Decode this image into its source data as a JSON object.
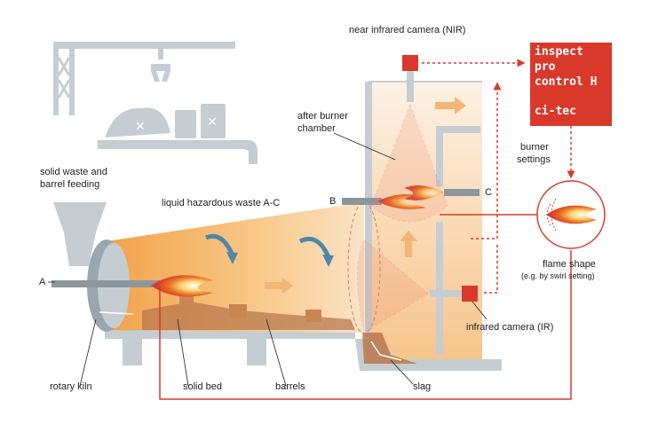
{
  "labels": {
    "nir_camera": "near infrared camera (NIR)",
    "after_burner": "after burner",
    "after_burner_2": "chamber",
    "burner_settings": "burner",
    "burner_settings_2": "settings",
    "solid_waste": "solid waste and",
    "solid_waste_2": "barrel feeding",
    "liquid_waste": "liquid hazardous waste A-C",
    "port_a": "A",
    "port_b": "B",
    "port_c": "C",
    "flame_shape": "flame shape",
    "flame_shape_note": "(e.g. by swirl setting)",
    "ir_camera": "infrared camera (IR)",
    "rotary_kiln": "rotary kiln",
    "solid_bed": "solid bed",
    "barrels": "barrels",
    "slag": "slag"
  },
  "brand": {
    "line1": "inspect",
    "line2": "pro",
    "line3": "control H",
    "line4": "ci-tec",
    "color": "#d9392b"
  },
  "colors": {
    "grey": "#c5cdd2",
    "accent_red": "#d9392b",
    "flame_orange": "#f0a040",
    "arrow_blue": "#4f87a8"
  }
}
